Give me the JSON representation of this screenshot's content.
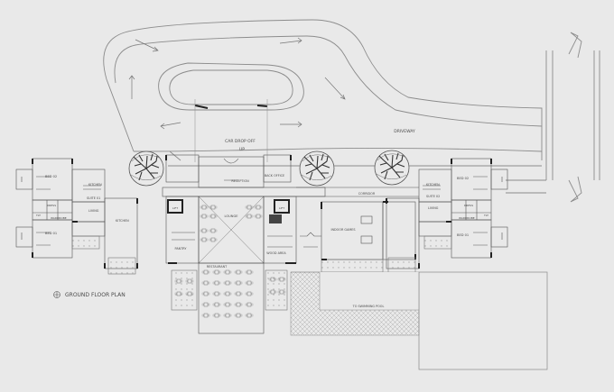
{
  "plan": {
    "title": "GROUND FLOOR PLAN",
    "colors": {
      "background": "#e9e9e9",
      "line": "#8c8c8c",
      "dark": "#333333",
      "hatch": "#b4b4b4"
    }
  },
  "labels": {
    "car_drop_off": "CAR DROP OFF",
    "up": "UP",
    "driveway": "DRIVEWAY",
    "reception": "RECEPTION",
    "back_office": "BACK OFFICE",
    "corridor": "CORRIDOR",
    "lounge": "LOUNGE",
    "kitchen": "KITCHEN",
    "pantry": "PANTRY",
    "restaurant": "RESTAURANT",
    "wood_area": "WOOD AREA",
    "indoor_games": "INDOOR GAMES",
    "swimming_pool": "TO SWIMMING POOL",
    "lift": "LIFT",
    "suite_01": "SUITE 01",
    "suite_02": "SUITE 02",
    "bed_01": "BED 01",
    "bed_02": "BED 02",
    "living": "LIVING",
    "wardrobe": "WARDROBE",
    "toilet": "TLT",
    "dress": "DRESS"
  }
}
